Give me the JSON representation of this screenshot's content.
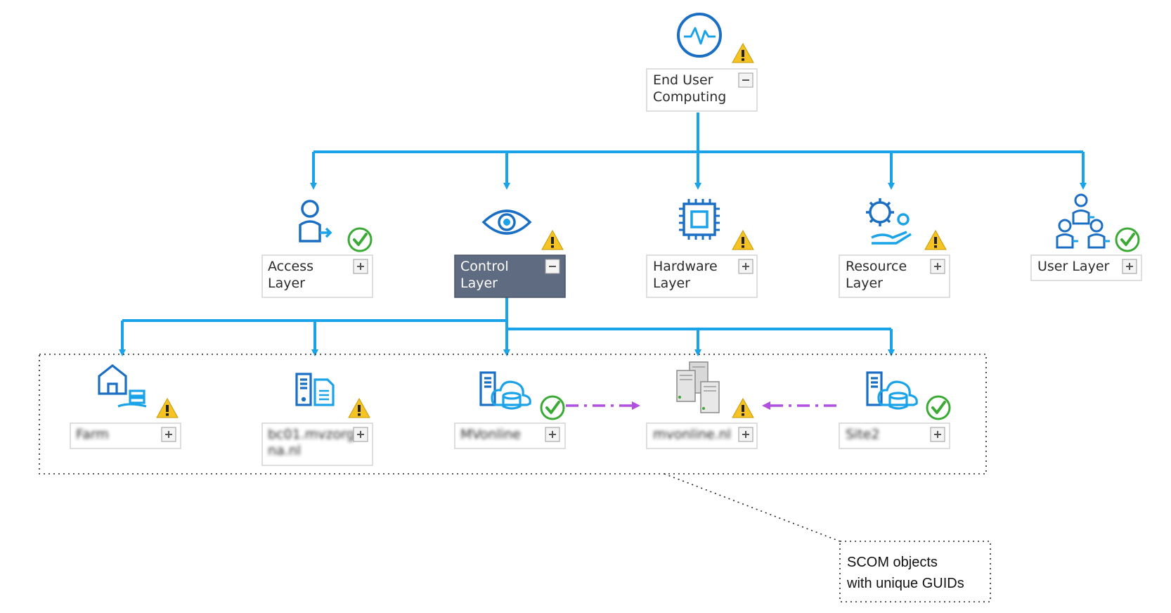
{
  "root": {
    "label_line1": "End User",
    "label_line2": "Computing",
    "status": "warning",
    "icon": "pulse-icon",
    "toggle": "collapse"
  },
  "layers": [
    {
      "label_line1": "Access",
      "label_line2": "Layer",
      "status": "ok",
      "icon": "user-access-icon",
      "toggle": "expand"
    },
    {
      "label_line1": "Control",
      "label_line2": "Layer",
      "status": "warning",
      "icon": "eye-icon",
      "toggle": "collapse",
      "selected": true
    },
    {
      "label_line1": "Hardware",
      "label_line2": "Layer",
      "status": "warning",
      "icon": "chip-icon",
      "toggle": "expand"
    },
    {
      "label_line1": "Resource",
      "label_line2": "Layer",
      "status": "warning",
      "icon": "gear-hand-icon",
      "toggle": "expand"
    },
    {
      "label_line1": "User Layer",
      "label_line2": "",
      "status": "ok",
      "icon": "users-icon",
      "toggle": "expand"
    }
  ],
  "objects": [
    {
      "label_line1": "Farm",
      "label_line2": "",
      "status": "warning",
      "icon": "home-database-icon",
      "toggle": "expand",
      "blurred": true
    },
    {
      "label_line1": "bc01.mvzorg",
      "label_line2": "na.nl",
      "status": "warning",
      "icon": "server-document-icon",
      "toggle": "expand",
      "blurred": true
    },
    {
      "label_line1": "MVonline",
      "label_line2": "",
      "status": "ok",
      "icon": "server-cloud-icon",
      "toggle": "expand",
      "blurred": true
    },
    {
      "label_line1": "mvonline.nl",
      "label_line2": "",
      "status": "warning",
      "icon": "server-cluster-icon",
      "toggle": "expand",
      "blurred": true
    },
    {
      "label_line1": "Site2",
      "label_line2": "",
      "status": "ok",
      "icon": "server-cloud-icon",
      "toggle": "expand",
      "blurred": true
    }
  ],
  "annotation": {
    "line1": "SCOM objects",
    "line2": "with unique GUIDs"
  },
  "colors": {
    "connector": "#1aa3e8",
    "relation": "#b04fe0",
    "icon": "#1a6fc4",
    "warning": "#f5c324",
    "ok": "#3aaa35",
    "selected_box": "#5f6b80"
  }
}
